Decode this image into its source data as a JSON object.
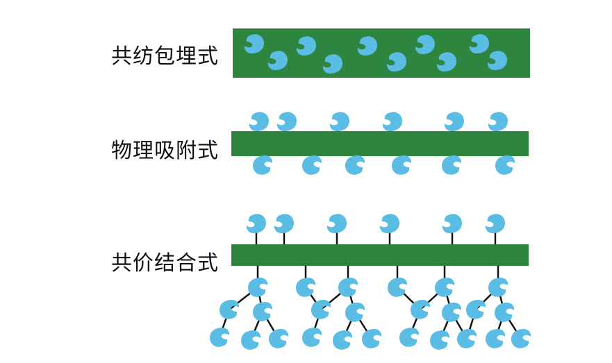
{
  "labels": {
    "row1": "共纺包埋式",
    "row2": "物理吸附式",
    "row3": "共价结合式"
  },
  "colors": {
    "carrier": "#2e8540",
    "enzyme": "#5bbde4",
    "linker": "#111111",
    "text": "#111111"
  },
  "icons": {
    "carrier": "green-carrier-bar",
    "enzyme": "blue-enzyme-icon",
    "linker": "black-linker-line"
  }
}
